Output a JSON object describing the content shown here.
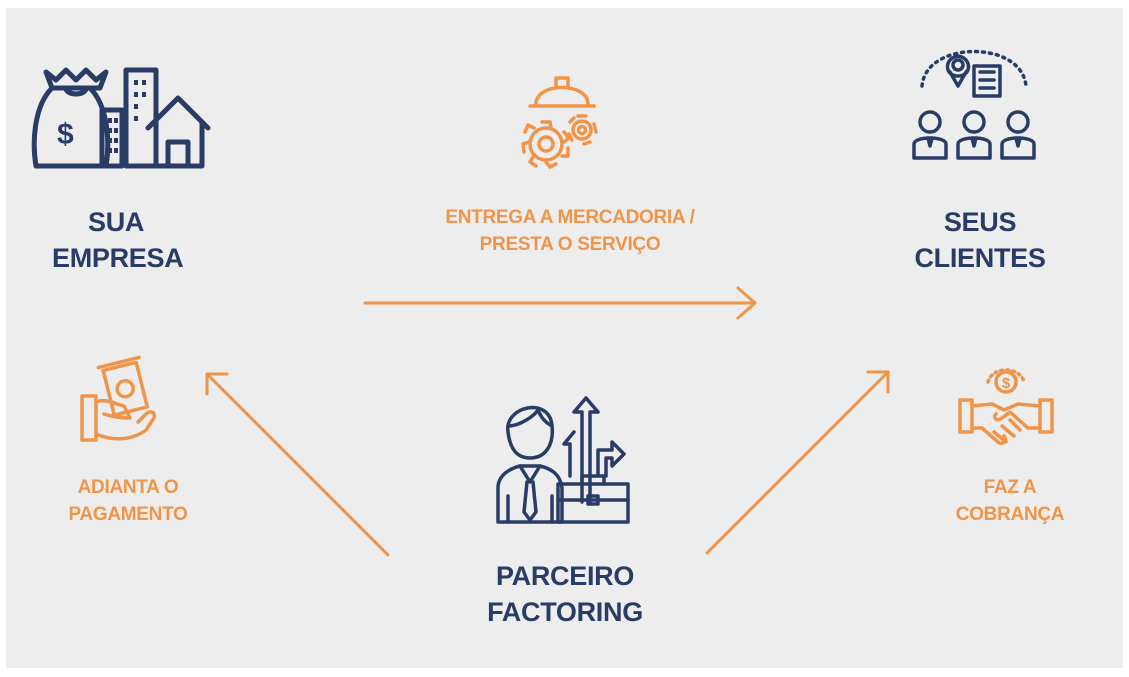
{
  "nodes": {
    "company": {
      "line1": "SUA",
      "line2": "EMPRESA",
      "icon": "money-bag-buildings-icon"
    },
    "clients": {
      "line1": "SEUS",
      "line2": "CLIENTES",
      "icon": "clients-location-icon"
    },
    "partner": {
      "line1": "PARCEIRO",
      "line2": "FACTORING",
      "icon": "businessman-growth-icon"
    }
  },
  "steps": {
    "deliver": {
      "line1": "ENTREGA A MERCADORIA /",
      "line2": "PRESTA O SERVIÇO",
      "icon": "gear-helmet-icon"
    },
    "advance": {
      "line1": "ADIANTA O",
      "line2": "PAGAMENTO",
      "icon": "cash-hand-icon"
    },
    "collect": {
      "line1": "FAZ A",
      "line2": "COBRANÇA",
      "icon": "handshake-coin-icon"
    }
  },
  "colors": {
    "navy": "#283c66",
    "orange": "#ef9448",
    "background": "#ededed"
  }
}
